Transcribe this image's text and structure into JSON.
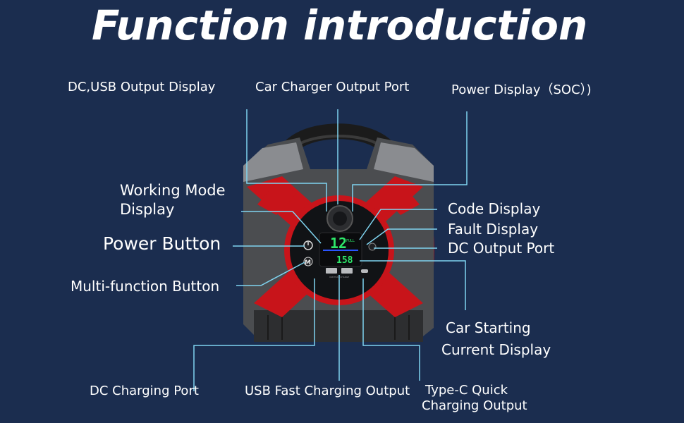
{
  "title": "Function introduction",
  "labels": {
    "dc_usb_output_display": "DC,USB Output Display",
    "car_charger_output_port": "Car Charger  Output Port",
    "power_display_soc": "Power Display（SOC）)",
    "working_mode_display_line1": "Working Mode",
    "working_mode_display_line2": "Display",
    "power_button": "Power Button",
    "multi_function_button": "Multi-function Button",
    "code_display": "Code Display",
    "fault_display": "Fault Display",
    "dc_output_port": "DC Output Port",
    "car_starting_line1": "Car Starting",
    "car_starting_line2": "Current Display",
    "dc_charging_port": "DC Charging Port",
    "usb_fast_charging_output": "USB Fast Charging Output",
    "type_c_line1": "Type-C Quick",
    "type_c_line2": "Charging Output"
  },
  "device_screen": {
    "top_reading": "12",
    "bottom_reading": "158",
    "soc_text": "FULL",
    "mode_letter": "M",
    "usb_ports_text": "USB FAST CHARGE"
  },
  "colors": {
    "background": "#1b2d4f",
    "leader_line": "#7fd4f0",
    "device_red": "#c8141a",
    "device_gray": "#6d6f73",
    "lcd_green": "#2ee86a"
  }
}
